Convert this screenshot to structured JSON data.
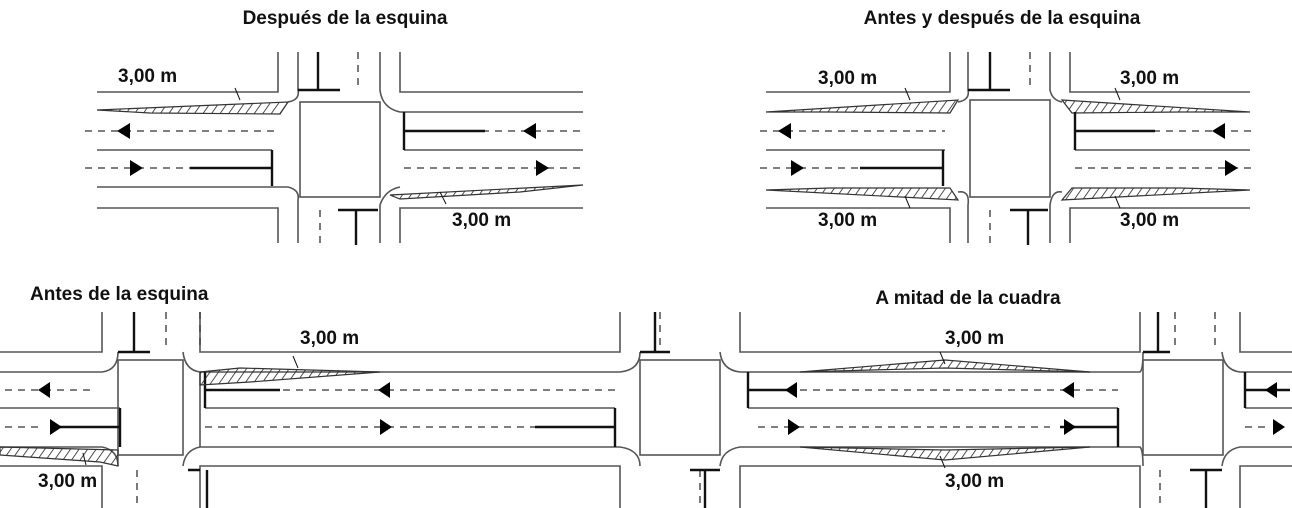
{
  "panels": [
    {
      "title": "Después de la esquina",
      "labels": [
        "3,00 m",
        "3,00 m"
      ]
    },
    {
      "title": "Antes y después de la esquina",
      "labels": [
        "3,00 m",
        "3,00 m",
        "3,00 m",
        "3,00 m"
      ]
    },
    {
      "title": "Antes de la esquina",
      "labels": [
        "3,00 m",
        "3,00 m"
      ]
    },
    {
      "title": "A mitad de la cuadra",
      "labels": [
        "3,00 m",
        "3,00 m"
      ]
    }
  ]
}
